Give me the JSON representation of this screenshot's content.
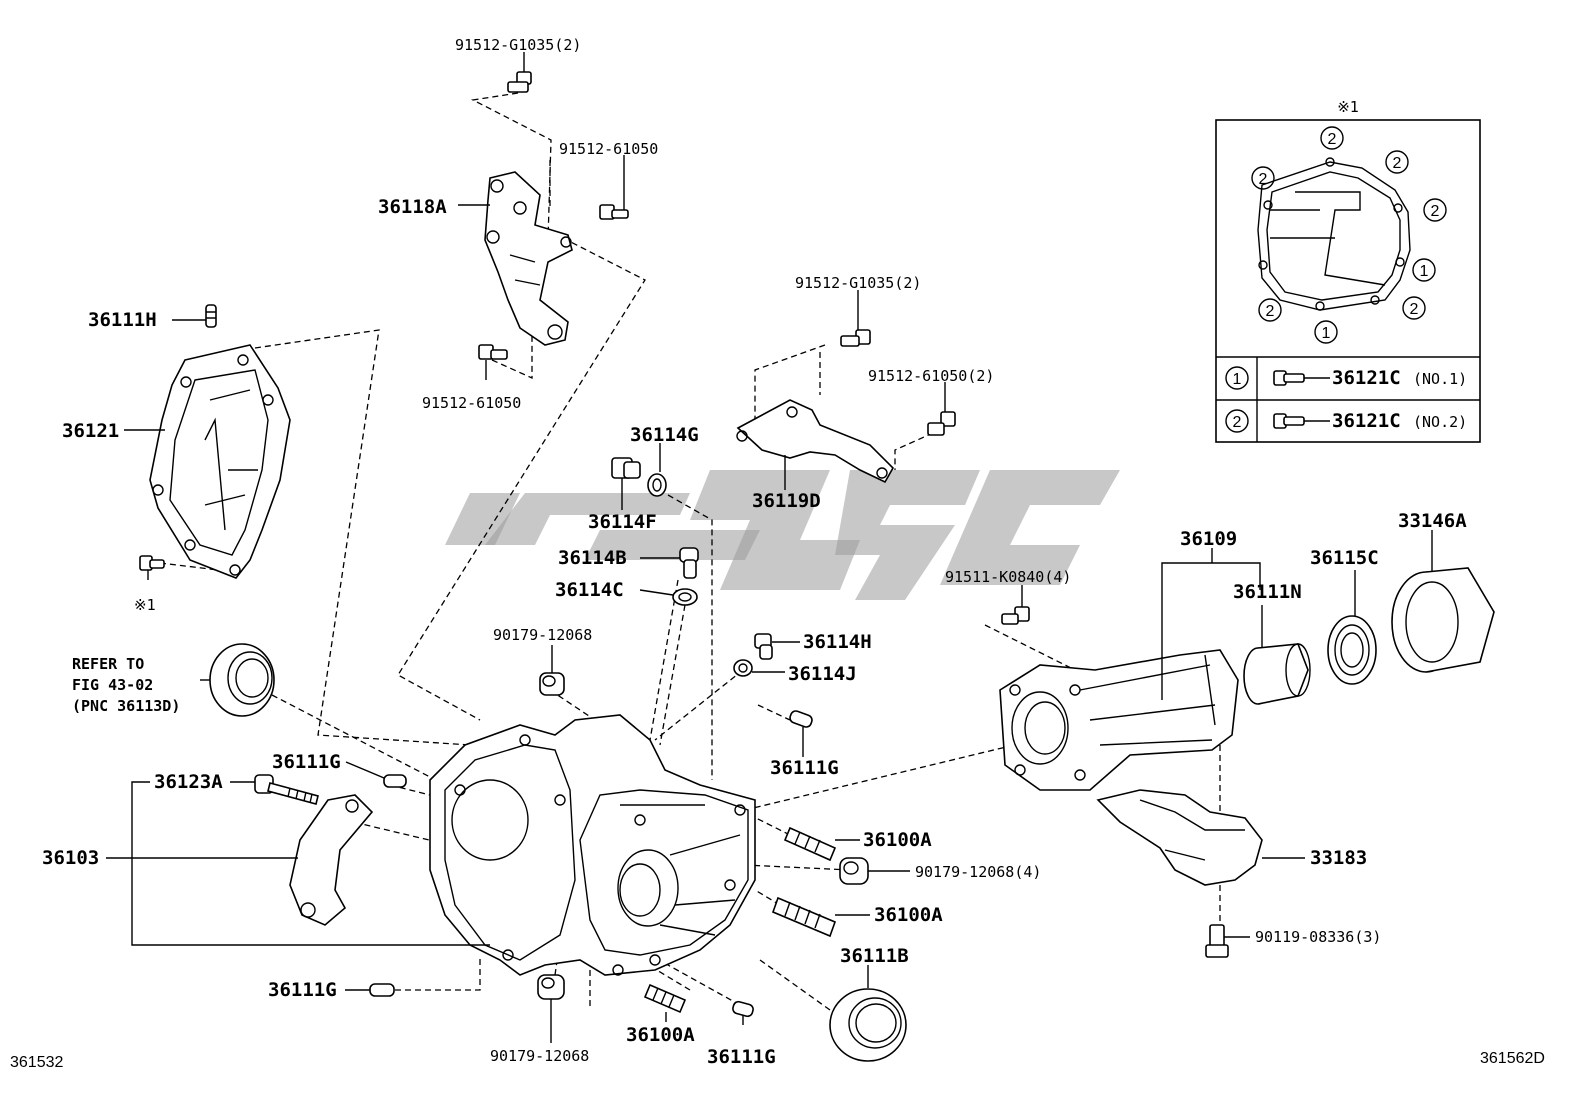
{
  "labels": {
    "bolt_top": "91512-G1035(2)",
    "bolt_bracket_upper": "91512-61050",
    "bracket_36118a": "36118A",
    "bolt_bracket_lower": "91512-61050",
    "plug_36111h": "36111H",
    "cover_36121": "36121",
    "mark_ref": "※1",
    "bolt_mid_upper": "91512-G1035(2)",
    "bolt_mid_lower": "91512-61050(2)",
    "bracket_36119d": "36119D",
    "gasket_36114g": "36114G",
    "plug_36114f": "36114F",
    "plug_36114b": "36114B",
    "gasket_36114c": "36114C",
    "stud_90179_top": "90179-12068",
    "plug_36114h": "36114H",
    "gasket_36114j": "36114J",
    "refer_to_1": "REFER TO",
    "refer_to_2": "FIG 43-02",
    "refer_to_3": "(PNC 36113D)",
    "pin_36111g_a": "36111G",
    "pin_36111g_b": "36111G",
    "bolt_36123a": "36123A",
    "cap_36103": "36103",
    "stud_36100a_a": "36100A",
    "nut_90179_4": "90179-12068(4)",
    "stud_36100a_b": "36100A",
    "seal_36111b": "36111B",
    "pin_36111g_c": "36111G",
    "stud_36100a_c": "36100A",
    "pin_36111g_d": "36111G",
    "nut_90179_bottom": "90179-12068",
    "bolt_91511": "91511-K0840(4)",
    "housing_36109": "36109",
    "bush_36111n": "36111N",
    "bearing_36115c": "36115C",
    "sleeve_33146a": "33146A",
    "protector_33183": "33183",
    "bolt_90119": "90119-08336(3)",
    "fig_left": "361532",
    "fig_right": "361562D"
  },
  "inset": {
    "title": "※1",
    "circle_1": "1",
    "circle_2": "2",
    "rows": [
      {
        "num": "1",
        "part": "36121C",
        "note": "(NO.1)"
      },
      {
        "num": "2",
        "part": "36121C",
        "note": "(NO.2)"
      }
    ]
  }
}
